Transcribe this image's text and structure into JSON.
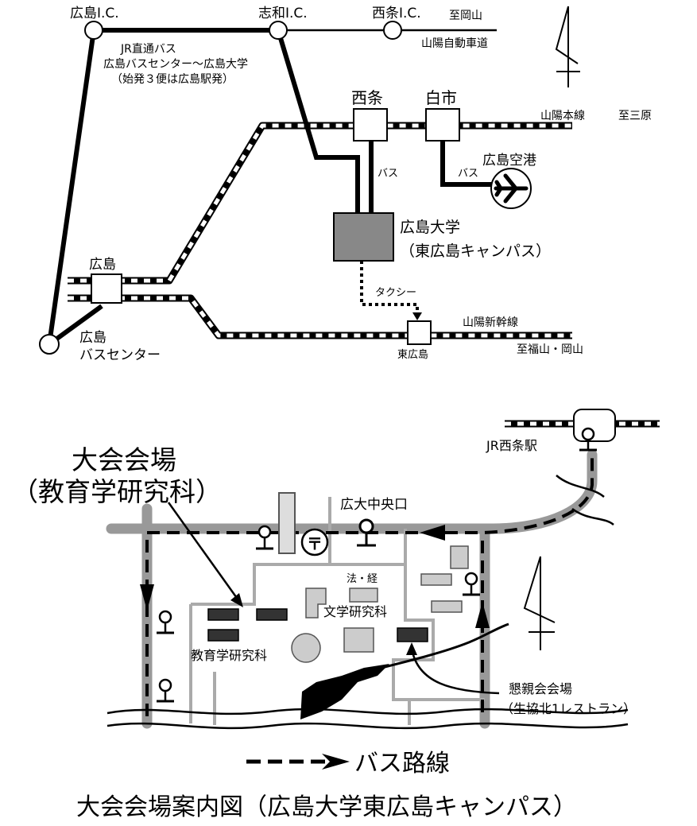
{
  "route_map": {
    "ic_hiroshima": "広島I.C.",
    "ic_shiwa": "志和I.C.",
    "ic_saijo": "西条I.C.",
    "to_okayama": "至岡山",
    "sanyo_expressway": "山陽自動車道",
    "jr_bus_line1": "JR直通バス",
    "jr_bus_line2": "広島バスセンター～広島大学",
    "jr_bus_line3": "（始発３便は広島駅発）",
    "station_saijo": "西条",
    "station_shiraichi": "白市",
    "sanyo_main_line": "山陽本線",
    "to_mihara": "至三原",
    "airport": "広島空港",
    "bus_label_1": "バス",
    "bus_label_2": "バス",
    "university_line1": "広島大学",
    "university_line2": "（東広島キャンパス）",
    "station_hiroshima": "広島",
    "taxi": "タクシー",
    "shinkansen": "山陽新幹線",
    "bus_center_line1": "広島",
    "bus_center_line2": "バスセンター",
    "station_higashihiroshima": "東広島",
    "to_fukuyama_okayama": "至福山・岡山"
  },
  "campus_map": {
    "venue_line1": "大会会場",
    "venue_line2": "（教育学研究科）",
    "jr_saijo_station": "JR西条駅",
    "bus_stop_central": "広大中央口",
    "law_econ": "法・経",
    "letters": "文学研究科",
    "education": "教育学研究科",
    "reception_line1": "懇親会会場",
    "reception_line2": "（生協北1レストラン）",
    "post_office_symbol": "〒"
  },
  "legend": {
    "bus_route": "バス路線"
  },
  "caption": "大会会場案内図（広島大学東広島キャンパス）"
}
